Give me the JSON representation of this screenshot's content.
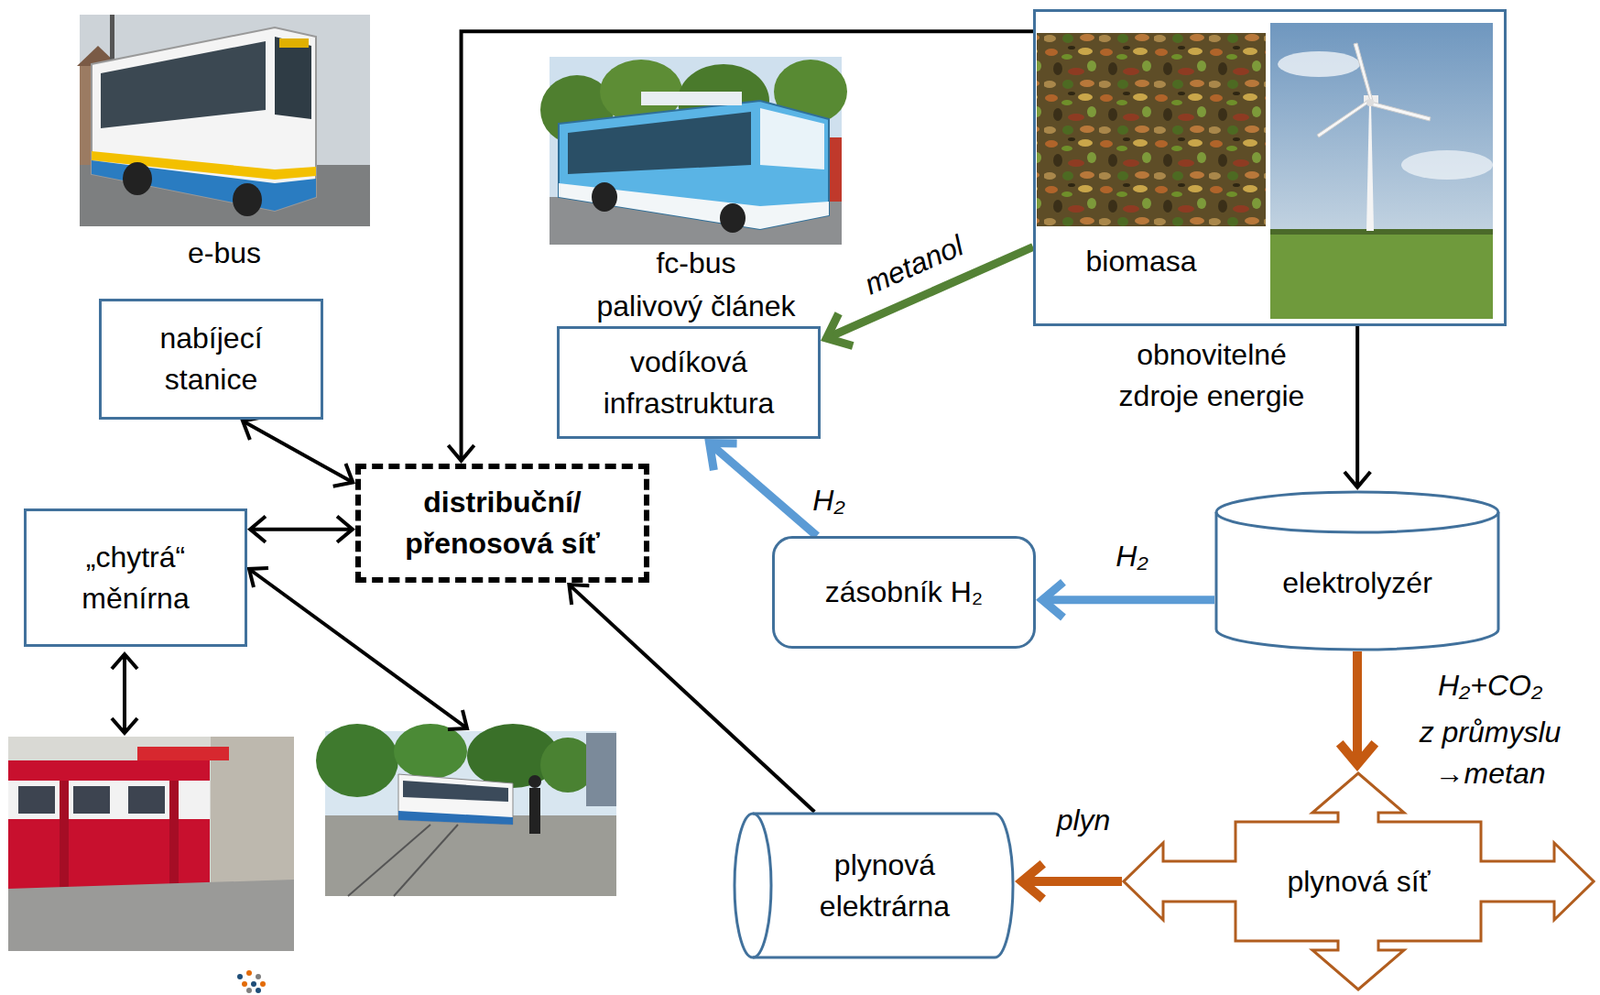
{
  "diagram": {
    "nodes": [
      {
        "text": [
          "nabíjecí stanice"
        ]
      },
      {
        "text": [
          "distribuční/ přenosová síť"
        ]
      },
      {
        "text": [
          "„chytrá“ měnírna"
        ]
      },
      {
        "text": [
          "vodíková infrastruktura"
        ]
      },
      {
        "text": [
          "biomasa",
          "obnovitelné zdroje energie"
        ]
      },
      {
        "text": [
          "zásobník H₂"
        ]
      },
      {
        "text": [
          "elektrolyzér"
        ]
      },
      {
        "text": [
          "plynová elektrárna"
        ]
      },
      {
        "text": [
          "plynová síť"
        ]
      }
    ],
    "edges": [
      {
        "from": 0,
        "to": 1,
        "arrow": "both"
      },
      {
        "from": 2,
        "to": 1,
        "arrow": "both"
      },
      {
        "from": 4,
        "to": 1,
        "arrow": "to"
      },
      {
        "from": 4,
        "to": 3,
        "label": "metanol",
        "arrow": "to"
      },
      {
        "from": 4,
        "to": 6,
        "arrow": "to"
      },
      {
        "from": 6,
        "to": 5,
        "label": "H₂",
        "arrow": "to"
      },
      {
        "from": 5,
        "to": 3,
        "label": "H₂",
        "arrow": "to"
      },
      {
        "from": 6,
        "to": 8,
        "label": "H₂+CO₂",
        "arrow": "to"
      },
      {
        "from": 8,
        "to": 7,
        "label": "plyn",
        "arrow": "to"
      },
      {
        "from": 7,
        "to": 1,
        "arrow": "to"
      }
    ],
    "labels": [
      "e-bus",
      "fc-bus",
      "palivový článek",
      "z průmyslu →metan"
    ]
  }
}
